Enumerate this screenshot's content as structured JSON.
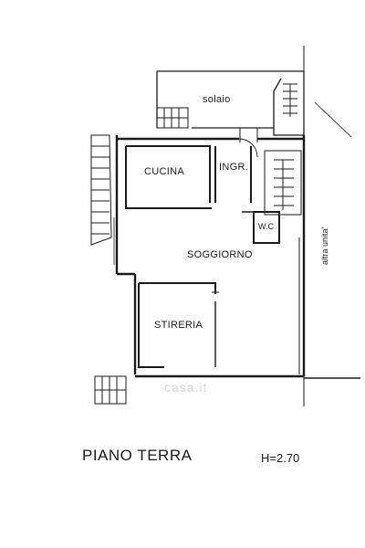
{
  "floor_plan": {
    "rooms": {
      "solaio": "solaio",
      "cucina": "CUCINA",
      "ingresso": "INGR.",
      "wc": "W.C",
      "soggiorno": "SOGGIORNO",
      "stireria": "STIRERIA"
    },
    "neighbor_label": "altra unita'",
    "floor_name": "PIANO TERRA",
    "height": "H=2.70",
    "watermark": "casa.it"
  },
  "colors": {
    "line": "#1a1a1a",
    "background": "#ffffff",
    "watermark": "#d7d7d7"
  }
}
